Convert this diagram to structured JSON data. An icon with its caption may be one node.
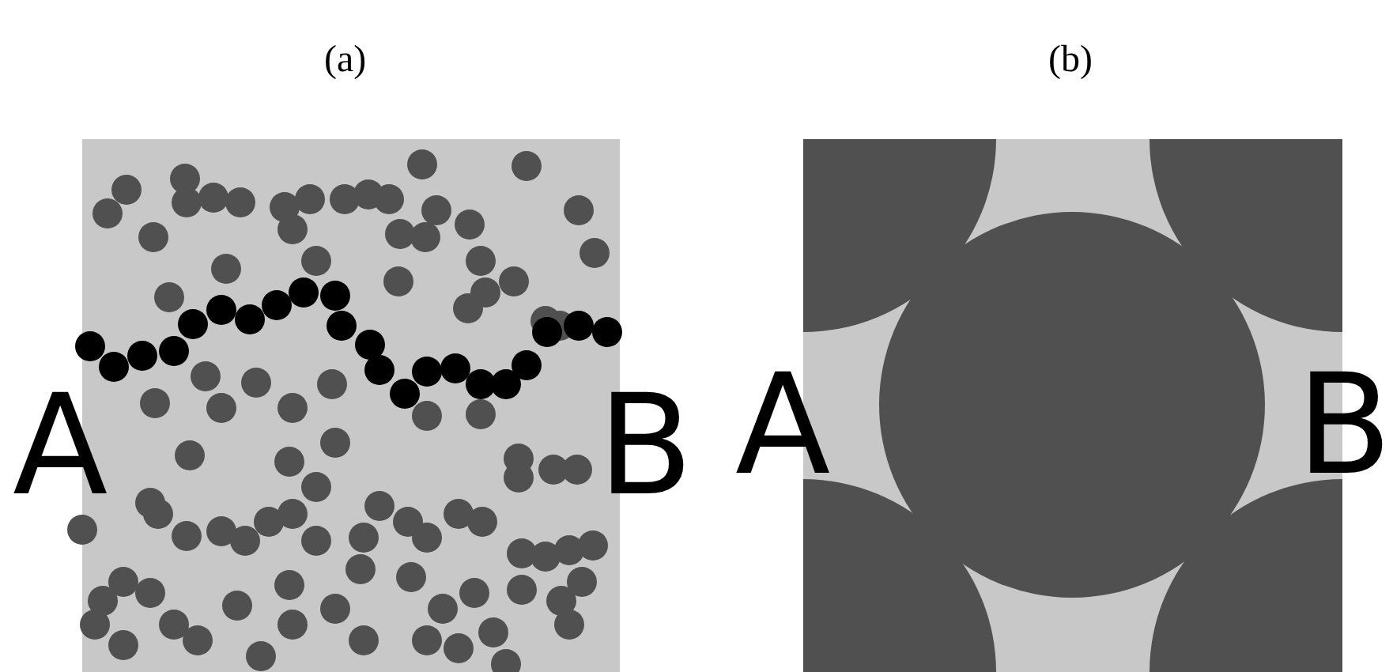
{
  "diagram": {
    "labels": [
      "(a)",
      "(b)",
      "A",
      "B",
      "A",
      "B"
    ]
  }
}
